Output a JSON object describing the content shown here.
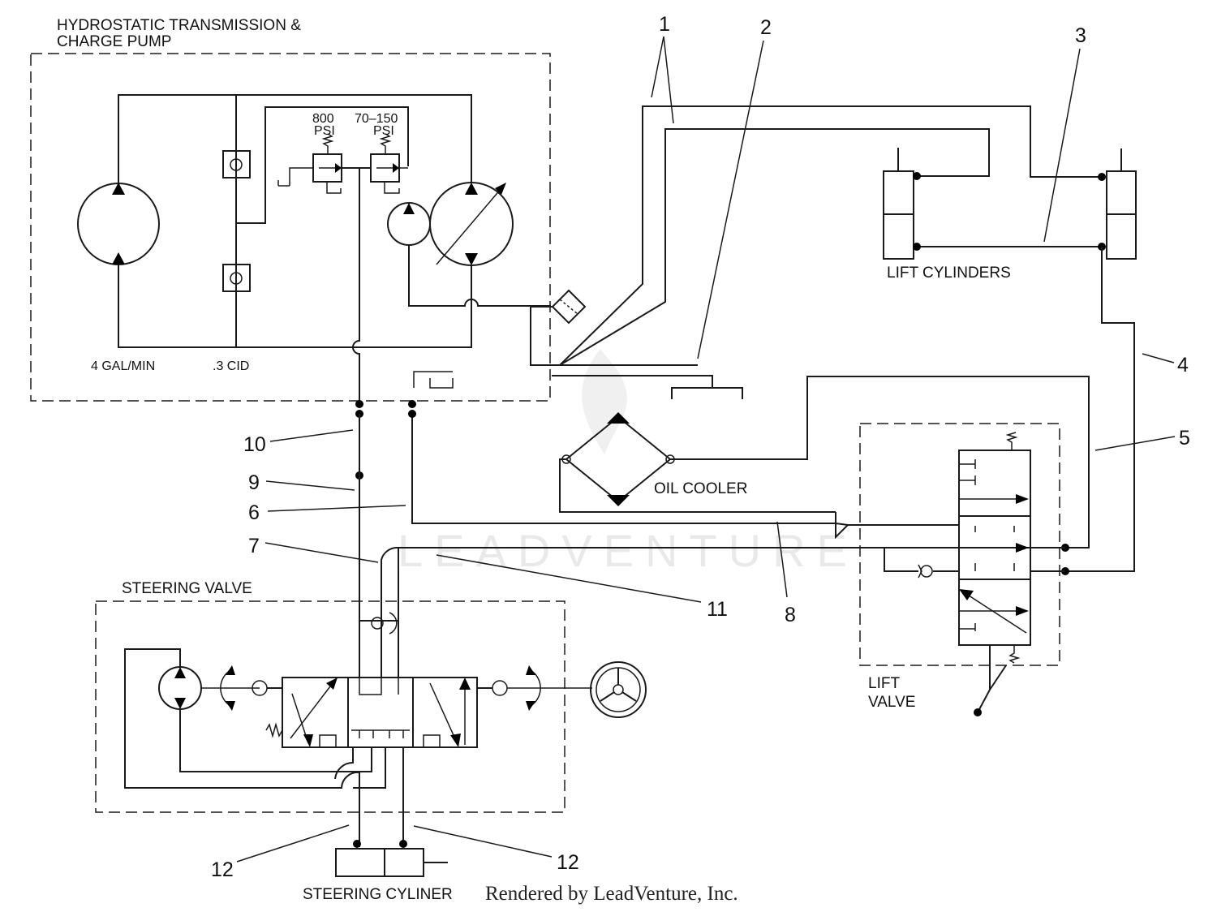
{
  "labels": {
    "hst_line1": "HYDROSTATIC TRANSMISSION &",
    "hst_line2": "CHARGE PUMP",
    "psi_800_value": "800",
    "psi_800_unit": "PSI",
    "psi_70_value": "70–150",
    "psi_70_unit": "PSI",
    "gal_min": "4 GAL/MIN",
    "cid": ".3 CID",
    "lift_cylinders": "LIFT CYLINDERS",
    "oil_cooler": "OIL COOLER",
    "steering_valve": "STEERING VALVE",
    "lift_valve_line1": "LIFT",
    "lift_valve_line2": "VALVE",
    "steering_cylinder": "STEERING CYLINER"
  },
  "callouts": [
    "1",
    "2",
    "3",
    "4",
    "5",
    "6",
    "7",
    "8",
    "9",
    "10",
    "11",
    "12",
    "12"
  ],
  "credit": "Rendered by LeadVenture, Inc.",
  "watermark": "LEADVENTURE"
}
